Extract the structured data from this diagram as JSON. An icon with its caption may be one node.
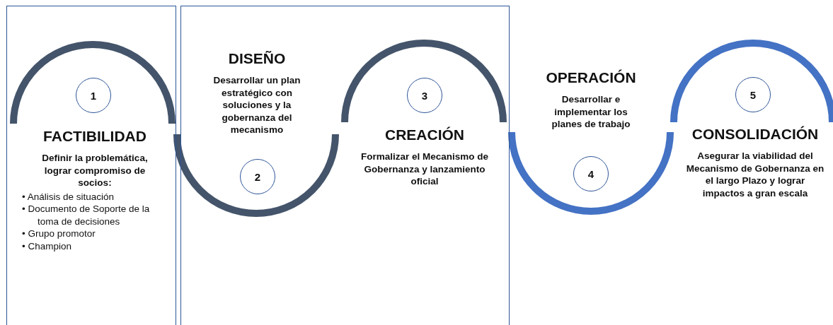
{
  "diagram": {
    "nodes": [
      {
        "text": [],
        "shape": "box"
      },
      {
        "text": [
          "FACTIBILIDAD",
          "Definir la problemática, lograr compromiso de socios:",
          "• Análisis de situación",
          "• Documento de Soporte de la toma de decisiones",
          "• Grupo promotor",
          "• Champion"
        ],
        "in": 0
      },
      {
        "text": [
          "1"
        ],
        "in": 0
      },
      {
        "text": [],
        "shape": "box"
      },
      {
        "text": [
          "DISEÑO",
          "Desarrollar un plan estratégico con soluciones y la gobernanza del mecanismo"
        ],
        "in": 3
      },
      {
        "text": [
          "2"
        ],
        "in": 3
      },
      {
        "text": [
          "3"
        ],
        "in": 3
      },
      {
        "text": [
          "CREACIÓN",
          "Formalizar el Mecanismo de Gobernanza y lanzamiento oficial"
        ],
        "in": 3
      },
      {
        "text": [
          "OPERACIÓN",
          "Desarrollar e implementar los planes de trabajo"
        ]
      },
      {
        "text": [
          "4"
        ]
      },
      {
        "text": [
          "5"
        ]
      },
      {
        "text": [
          "CONSOLIDACIÓN",
          "Asegurar la viabilidad del Mecanismo de Gobernanza en el largo Plazo y lograr impactos a gran escala"
        ]
      }
    ]
  }
}
